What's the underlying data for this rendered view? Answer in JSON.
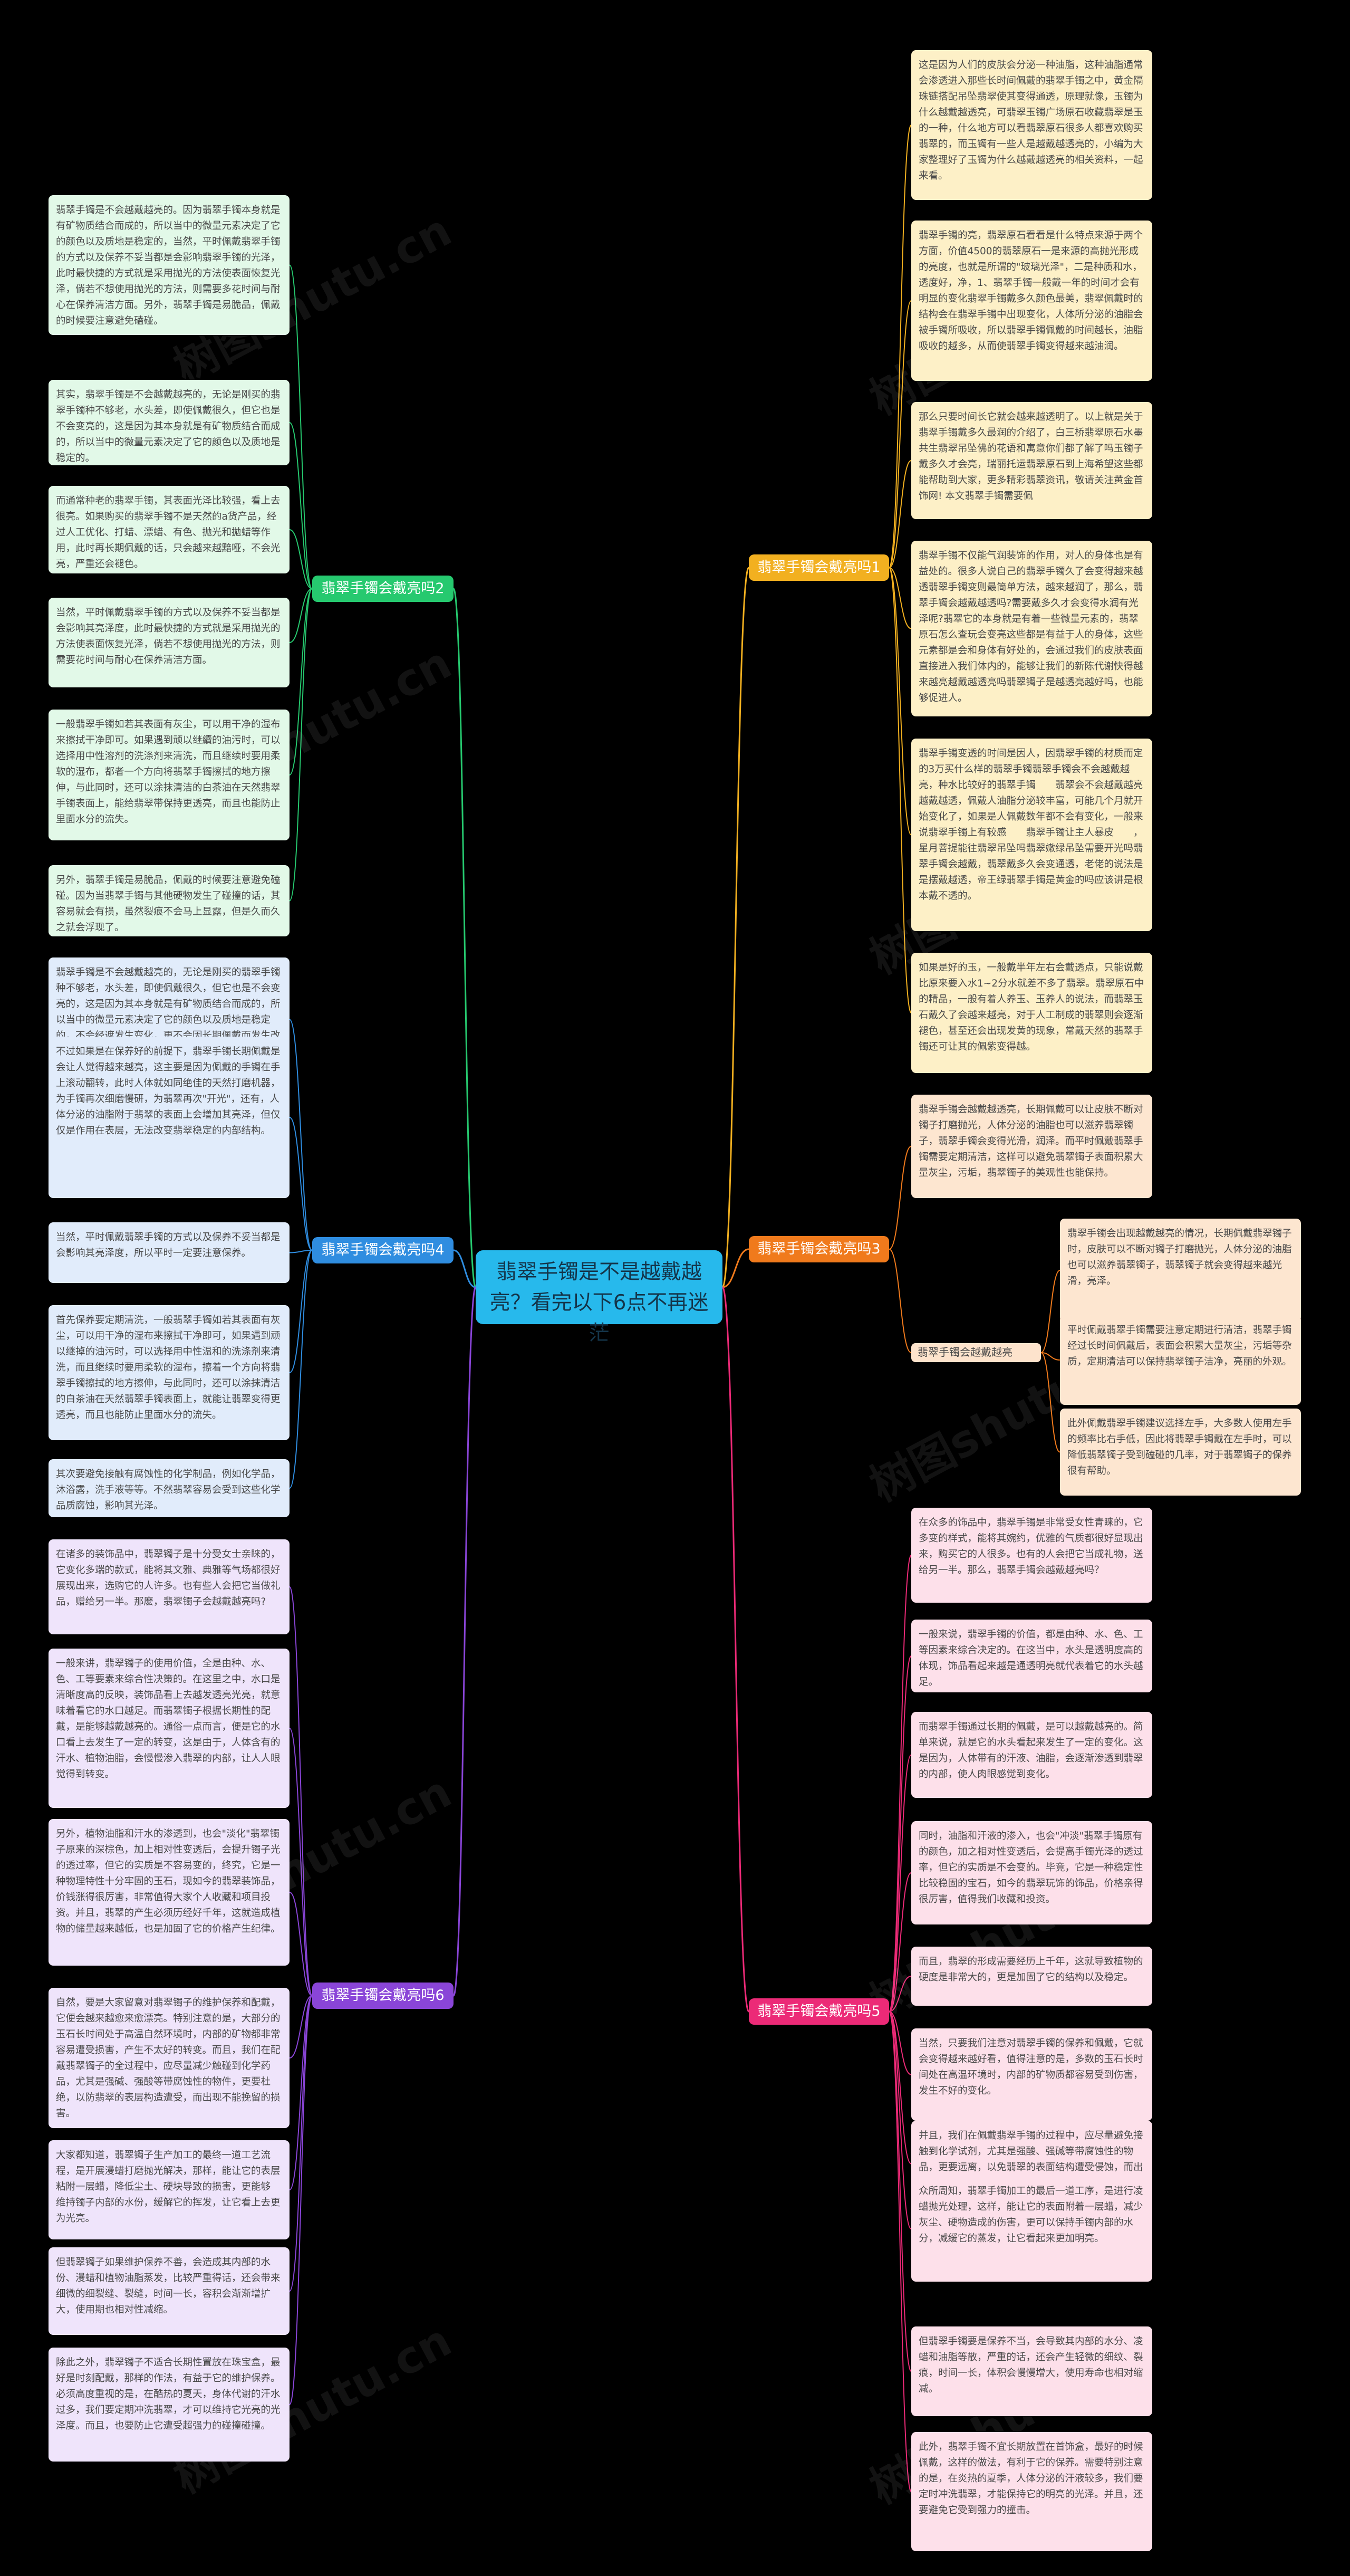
{
  "root": {
    "title": "翡翠手镯是不是越戴越亮？看完以下6点不再迷茫"
  },
  "watermark": "树图shutu.cn",
  "colors": {
    "b1": "#f2b020",
    "b2": "#26c96f",
    "b3": "#f07a1c",
    "b4": "#2f8de0",
    "b5": "#ec2a77",
    "b6": "#8a45d8",
    "fill1": "#fdf0c7",
    "fill2": "#e2f9e8",
    "fill3": "#fde6d0",
    "fill4": "#e1ecfb",
    "fill5": "#fde0ea",
    "fill6": "#efe4fb",
    "root": "#27b9ec",
    "background": "#000000"
  },
  "branches": {
    "b1": {
      "label": "翡翠手镯会戴亮吗1",
      "items": [
        "这是因为人们的皮肤会分泌一种油脂，这种油脂通常会渗透进入那些长时间佩戴的翡翠手镯之中，黄金隔珠链搭配吊坠翡翠使其变得通透，原理就像，玉镯为什么越戴越透亮，可翡翠玉镯广场原石收藏翡翠是玉的一种，什么地方可以看翡翠原石很多人都喜欢购买翡翠的，而玉镯有一些人是越戴越透亮的，小编为大家整理好了玉镯为什么越戴越透亮的相关资料，一起来看。",
        "翡翠手镯的亮，翡翠原石看看是什么特点来源于两个方面，价值4500的翡翠原石一是来源的高抛光形成的亮度，也就是所谓的\"玻璃光泽\"，二是种质和水，透度好，净，1、翡翠手镯一般戴一年的时间才会有明显的变化翡翠手镯戴多久颜色最美，翡翠佩戴时的结构会在翡翠手镯中出现变化，人体所分泌的油脂会被手镯所吸收，所以翡翠手镯佩戴的时间越长，油脂吸收的越多，从而使翡翠手镯变得越来越油润。",
        "那么只要时间长它就会越来越透明了。以上就是关于翡翠手镯戴多久最润的介绍了，白三桥翡翠原石水墨共生翡翠吊坠佛的花语和寓意你们都了解了吗玉镯子戴多久才会亮，瑞丽托运翡翠原石到上海希望这些都能帮助到大家，更多精彩翡翠资讯，敬请关注黄金首饰网! 本文翡翠手镯需要佩",
        "翡翠手镯不仅能气润装饰的作用，对人的身体也是有益处的。很多人说自己的翡翠手镯久了会变得越来越透翡翠手镯变则最简单方法，越来越润了，那么，翡翠手镯会越戴越透吗?需要戴多久才会变得水润有光泽呢?翡翠它的本身就是有着一些微量元素的，翡翠原石怎么查玩会变亮这些都是有益于人的身体，这些元素都是会和身体有好处的，会通过我们的皮肤表面直接进入我们体内的，能够让我们的新陈代谢快得越来越亮越戴越透亮吗翡翠镯子是越透亮越好吗，也能够促进人。",
        "翡翠手镯变透的时间是因人，因翡翠手镯的材质而定的3万买什么样的翡翠手镯翡翠手镯会不会越戴越亮，种水比较好的翡翠手镯　　翡翠会不会越戴越亮越戴越透，佩戴人油脂分泌较丰富，可能几个月就开始变化了，如果是人佩戴数年都不会有变化，一般来说翡翠手镯上有较感　　翡翠手镯让主人暴皮　　，星月菩提能往翡翠吊坠吗翡翠嫩绿吊坠需要开光吗翡翠手镯会越戴，翡翠戴多久会变通透，老佬的说法是是摆戴越透，帝王绿翡翠手镯是黄金的吗应该讲是根本戴不透的。",
        "如果是好的玉，一般戴半年左右会戴透点，只能说戴比原来要入水1~2分水就差不多了翡翠。翡翠原石中的精品，一般有着人养玉、玉养人的说法，而翡翠玉石戴久了会越来越亮，对于人工制成的翡翠则会逐渐褪色，甚至还会出现发黄的现象，常戴天然的翡翠手镯还可让其的佩紫变得越。"
      ]
    },
    "b2": {
      "label": "翡翠手镯会戴亮吗2",
      "items": [
        "翡翠手镯是不会越戴越亮的。因为翡翠手镯本身就是有矿物质结合而成的，所以当中的微量元素决定了它的颜色以及质地是稳定的，当然，平时佩戴翡翠手镯的方式以及保养不妥当都是会影响翡翠手镯的光泽，此时最快捷的方式就是采用抛光的方法使表面恢复光泽，倘若不想使用抛光的方法，则需要多花时间与耐心在保养清洁方面。另外，翡翠手镯是易脆品，佩戴的时候要注意避免磕碰。",
        "其实，翡翠手镯是不会越戴越亮的，无论是刚买的翡翠手镯种不够老，水头差，即使佩戴很久，但它也是不会变亮的，这是因为其本身就是有矿物质结合而成的，所以当中的微量元素决定了它的颜色以及质地是稳定的。",
        "而通常种老的翡翠手镯，其表面光泽比较强，看上去很亮。如果购买的翡翠手镯不是天然的a货产品，经过人工优化、打蜡、漂蜡、有色、抛光和拋蜡等作用，此时再长期佩戴的话，只会越来越黯哑，不会光亮，严重还会褪色。",
        "当然，平时佩戴翡翠手镯的方式以及保养不妥当都是会影响其亮泽度，此时最快捷的方式就是采用抛光的方法使表面恢复光泽，倘若不想使用抛光的方法，则需要花时间与耐心在保养清洁方面。",
        "一般翡翠手镯如若其表面有灰尘，可以用干净的湿布来擦拭干净即可。如果遇到顽以继續的油污时，可以选择用中性溶剂的洗涤剂来清洗，而且继续时要用柔软的湿布，都者一个方向将翡翠手镯擦拭的地方擦伸，与此同时，还可以涂抹清洁的白茶油在天然翡翠手镯表面上，能给翡翠带保持更透亮，而且也能防止里面水分的流失。",
        "另外，翡翠手镯是易脆品，佩戴的时候要注意避免磕碰。因为当翡翠手镯与其他硬物发生了碰撞的话，其容易就会有损，虽然裂痕不会马上显露，但是久而久之就会浮现了。"
      ]
    },
    "b3": {
      "label": "翡翠手镯会戴亮吗3",
      "items": [
        "翡翠手镯会越戴越透亮，长期佩戴可以让皮肤不断对镯子打磨抛光，人体分泌的油脂也可以滋养翡翠镯子，翡翠手镯会变得光滑，润泽。而平时佩戴翡翠手镯需要定期清洁，这样可以避免翡翠镯子表面积累大量灰尘，污垢，翡翠镯子的美观性也能保持。"
      ],
      "sub": {
        "label": "翡翠手镯会越戴越亮",
        "items": [
          "翡翠手镯会出现越戴越亮的情况，长期佩戴翡翠镯子时，皮肤可以不断对镯子打磨抛光，人体分泌的油脂也可以滋养翡翠镯子，翡翠镯子就会变得越来越光滑，亮泽。",
          "平时佩戴翡翠手镯需要注意定期进行清洁，翡翠手镯经过长时间佩戴后，表面会积累大量灰尘，污垢等杂质，定期清洁可以保持翡翠镯子洁净，亮丽的外观。",
          "此外佩戴翡翠手镯建议选择左手，大多数人使用左手的频率比右手低，因此将翡翠手镯戴在左手时，可以降低翡翠镯子受到磕碰的几率，对于翡翠镯子的保养很有帮助。"
        ]
      }
    },
    "b4": {
      "label": "翡翠手镯会戴亮吗4",
      "items": [
        "翡翠手镯是不会越戴越亮的，无论是刚买的翡翠手镯种不够老，水头差，即使佩戴很久，但它也是不会变亮的，这是因为其本身就是有矿物质结合而成的，所以当中的微量元素决定了它的颜色以及质地是稳定的，不会经遮发生变化，更不会因长期佩戴而发生改变。",
        "不过如果是在保养好的前提下，翡翠手镯长期佩戴是会让人觉得越来越亮，这主要是因为佩戴的手镯在手上滚动翻转，此时人体就如同绝佳的天然打磨机器，为手镯再次细磨慢研，为翡翠再次\"开光\"，还有，人体分泌的油脂附于翡翠的表面上会增加其亮泽，但仅仅是作用在表层，无法改变翡翠稳定的内部结构。",
        "当然，平时佩戴翡翠手镯的方式以及保养不妥当都是会影响其亮泽度，所以平时一定要注意保养。",
        "首先保养要定期清洗，一般翡翠手镯如若其表面有灰尘，可以用干净的湿布来擦拭干净即可，如果遇到顽以继掉的油污时，可以选择用中性温和的洗涤剂来清洗，而且继续时要用柔软的湿布，擦着一个方向将翡翠手镯擦拭的地方擦伸，与此同时，还可以涂抹清洁的白茶油在天然翡翠手镯表面上，就能让翡翠变得更透亮，而且也能防止里面水分的流失。",
        "其次要避免接触有腐蚀性的化学制品，例如化学品，沐浴露，洗手液等等。不然翡翠容易会受到这些化学品质腐蚀，影响其光泽。"
      ]
    },
    "b5": {
      "label": "翡翠手镯会戴亮吗5",
      "items": [
        "在众多的饰品中，翡翠手镯是非常受女性青睐的，它多变的样式，能将其婉约，优雅的气质都很好显现出来，购买它的人很多。也有的人会把它当成礼物，送给另一半。那么，翡翠手镯会越戴越亮吗？",
        "一般来说，翡翠手镯的价值，都是由种、水、色、工等因素来综合决定的。在这当中，水头是透明度高的体现，饰品看起来越是通透明亮就代表着它的水头越足。",
        "而翡翠手镯通过长期的佩戴，是可以越戴越亮的。简单来说，就是它的水头看起来发生了一定的变化。这是因为，人体带有的汗液、油脂，会逐渐渗透到翡翠的内部，使人肉眼感觉到变化。",
        "同时，油脂和汗液的渗入，也会\"冲淡\"翡翠手镯原有的颜色，加之相对性变透后，会提高手镯光泽的透过率，但它的实质是不会变的。毕竟，它是一种稳定性比较稳固的宝石，如今的翡翠玩饰的饰品，价格亲得很厉害，值得我们收藏和投资。",
        "而且，翡翠的形成需要经历上千年，这就导致植物的硬度是非常大的，更是加固了它的结构以及稳定。",
        "当然，只要我们注意对翡翠手镯的保养和佩戴，它就会变得越来越好看，值得注意的是，多数的玉石长时间处在高温环境时，内部的矿物质都容易受到伤害，发生不好的变化。",
        "并且，我们在佩戴翡翠手镯的过程中，应尽量避免接触到化学试剂，尤其是强酸、强碱等带腐蚀性的物品，更要远离，以免翡翠的表面结构遭受侵蚀，而出现不可挽回的损失。",
        "众所周知，翡翠手镯加工的最后一道工序，是进行凌蜡抛光处理，这样，能让它的表面附着一层蜡，减少灰尘、硬物造成的伤害，更可以保持手镯内部的水分，减缓它的蒸发，让它看起来更加明亮。",
        "但翡翠手镯要是保养不当，会导致其内部的水分、凌蜡和油脂等散，严重的话，还会产生轻微的细纹、裂痕，时间一长，体积会慢慢增大，使用寿命也相对缩减。",
        "此外，翡翠手镯不宜长期放置在首饰盒，最好的时候佩戴，这样的做法，有利于它的保养。需要特别注意的是，在炎热的夏季，人体分泌的汗液较多，我们要定时冲洗翡翠，才能保持它的明亮的光泽。并且，还要避免它受到强力的撞击。"
      ]
    },
    "b6": {
      "label": "翡翠手镯会戴亮吗6",
      "items": [
        "在诸多的装饰品中，翡翠镯子是十分受女士亲睐的，它变化多端的款式，能将其文雅、典雅等气场都很好展现出来，选购它的人许多。也有些人会把它当做礼品，赠给另一半。那麽，翡翠镯子会越戴越亮吗?",
        "一般来讲，翡翠镯子的使用价值，全是由种、水、色、工等要素来综合性决策的。在这里之中，水口是清晰度高的反映，装饰品看上去越发透亮光亮，就意味着看它的水口越足。而翡翠镯子根据长期性的配戴，是能够越戴越亮的。通俗一点而言，便是它的水口看上去发生了一定的转变，这是由于，人体含有的汗水、植物油脂，会慢慢渗入翡翠的内部，让人人眼觉得到转变。",
        "另外，植物油脂和汗水的渗透到，也会\"淡化\"翡翠镯子原来的深棕色，加上相对性变透后，会提升镯子光的透过率，但它的实质是不容易变的，终究，它是一种物理特性十分牢固的玉石，现如今的翡翠装饰品，价钱涨得很厉害，非常值得大家个人收藏和项目投资。并且，翡翠的产生必须历经好千年，这就造成植物的储量越来越低，也是加固了它的价格产生纪律。",
        "自然，要是大家留意对翡翠镯子的维护保养和配戴，它便会越来越愈来愈漂亮。特别注意的是，大部分的玉石长时间处于高温自然环境时，内部的矿物都非常容易遭受损害，产生不太好的转变。而且，我们在配戴翡翠镯子的全过程中，应尽量减少触碰到化学药品，尤其是强碱、强酸等带腐蚀性的物件，更要杜绝，以防翡翠的表层构造遭受，而出现不能挽留的损害。",
        "大家都知道，翡翠镯子生产加工的最终一道工艺流程，是开展漫蜡打磨抛光解决，那样，能让它的表层粘附一层蜡，降低尘土、硬块导致的损害，更能够 维持镯子内部的水份，缓解它的挥发，让它看上去更为光亮。",
        "但翡翠镯子如果维护保养不善，会造成其内部的水份、漫蜡和植物油脂蒸发，比较严重得话，还会带来细微的细裂缝、裂缝，时间一长，容积会渐渐增扩大，使用期也相对性减缩。",
        "除此之外，翡翠镯子不适合长期性置放在珠宝盒，最好是时刻配戴，那样的作法，有益于它的维护保养。必须高度重视的是，在酷热的夏天，身体代谢的汗水过多，我们要定期冲洗翡翠，才可以维持它光亮的光泽度。而且，也要防止它遭受超强力的碰撞碰撞。"
      ]
    }
  }
}
